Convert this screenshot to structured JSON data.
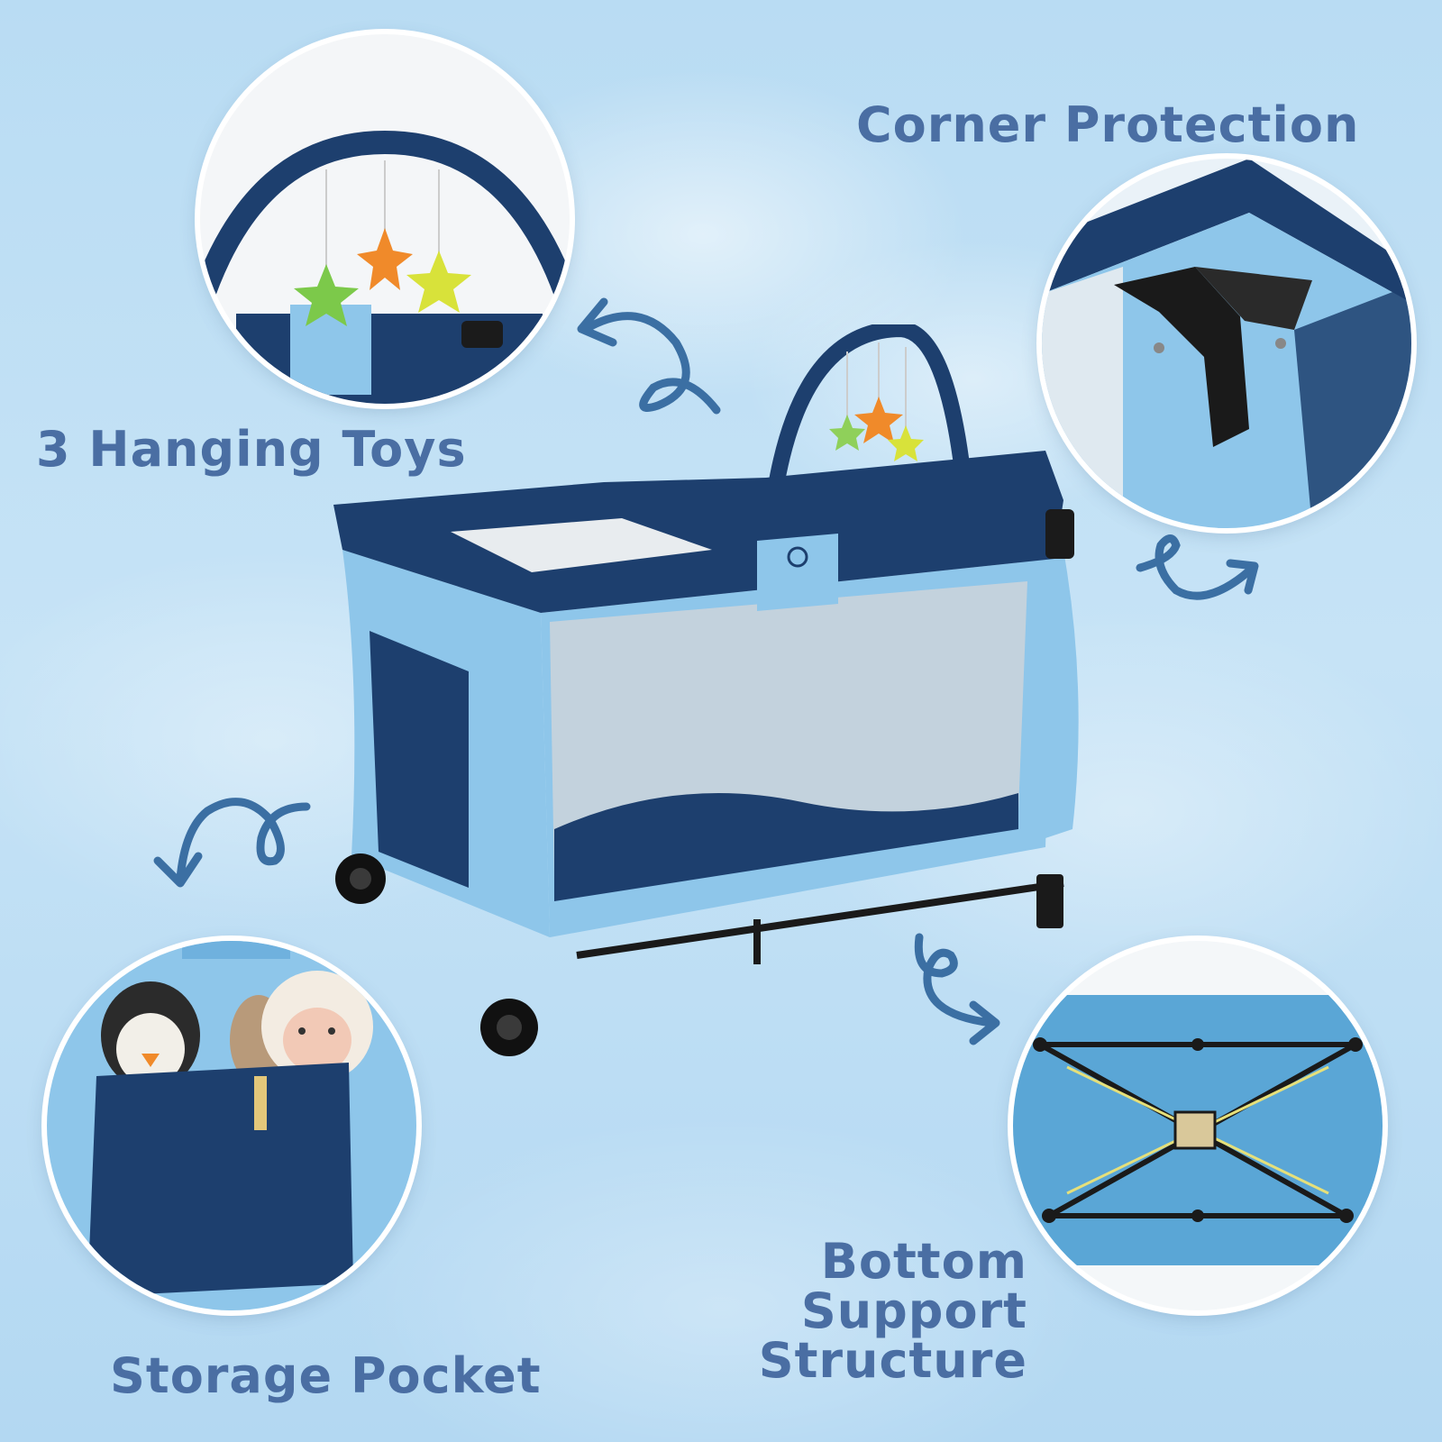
{
  "labels": {
    "corner_protection": "Corner Protection",
    "hanging_toys": "3 Hanging Toys",
    "bottom_support": "Bottom Support Structure",
    "storage_pocket": "Storage Pocket"
  },
  "colors": {
    "label_text": "#4a6ea3",
    "navy_fabric": "#1d3f6e",
    "light_fabric": "#8ec6ea",
    "arrow": "#3b6fa3",
    "background": "#c6e3f6"
  },
  "icons": {
    "arrow_top": "curly-arrow-icon",
    "arrow_right": "curly-arrow-icon",
    "arrow_left": "curly-arrow-icon",
    "arrow_bottom": "curly-arrow-icon"
  }
}
